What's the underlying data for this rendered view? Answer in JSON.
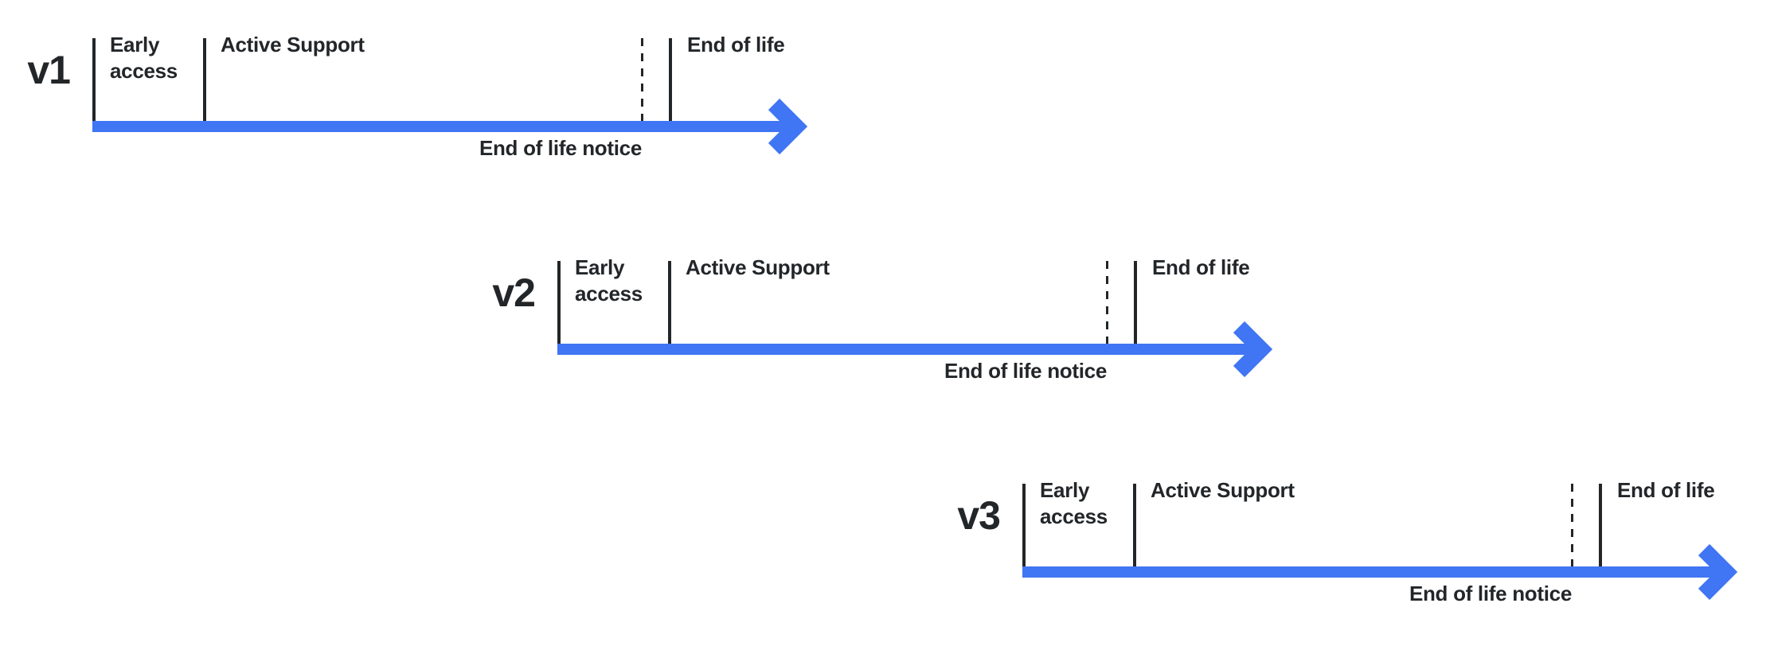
{
  "diagram": {
    "description": "Version release lifecycle timelines",
    "phase_labels": {
      "early_access": "Early access",
      "active_support": "Active Support",
      "end_of_life": "End of life",
      "end_of_life_notice": "End of life notice"
    },
    "versions": [
      {
        "name": "v1"
      },
      {
        "name": "v2"
      },
      {
        "name": "v3"
      }
    ]
  },
  "colors": {
    "accent_blue": "#4075f3",
    "ink": "#232629"
  }
}
